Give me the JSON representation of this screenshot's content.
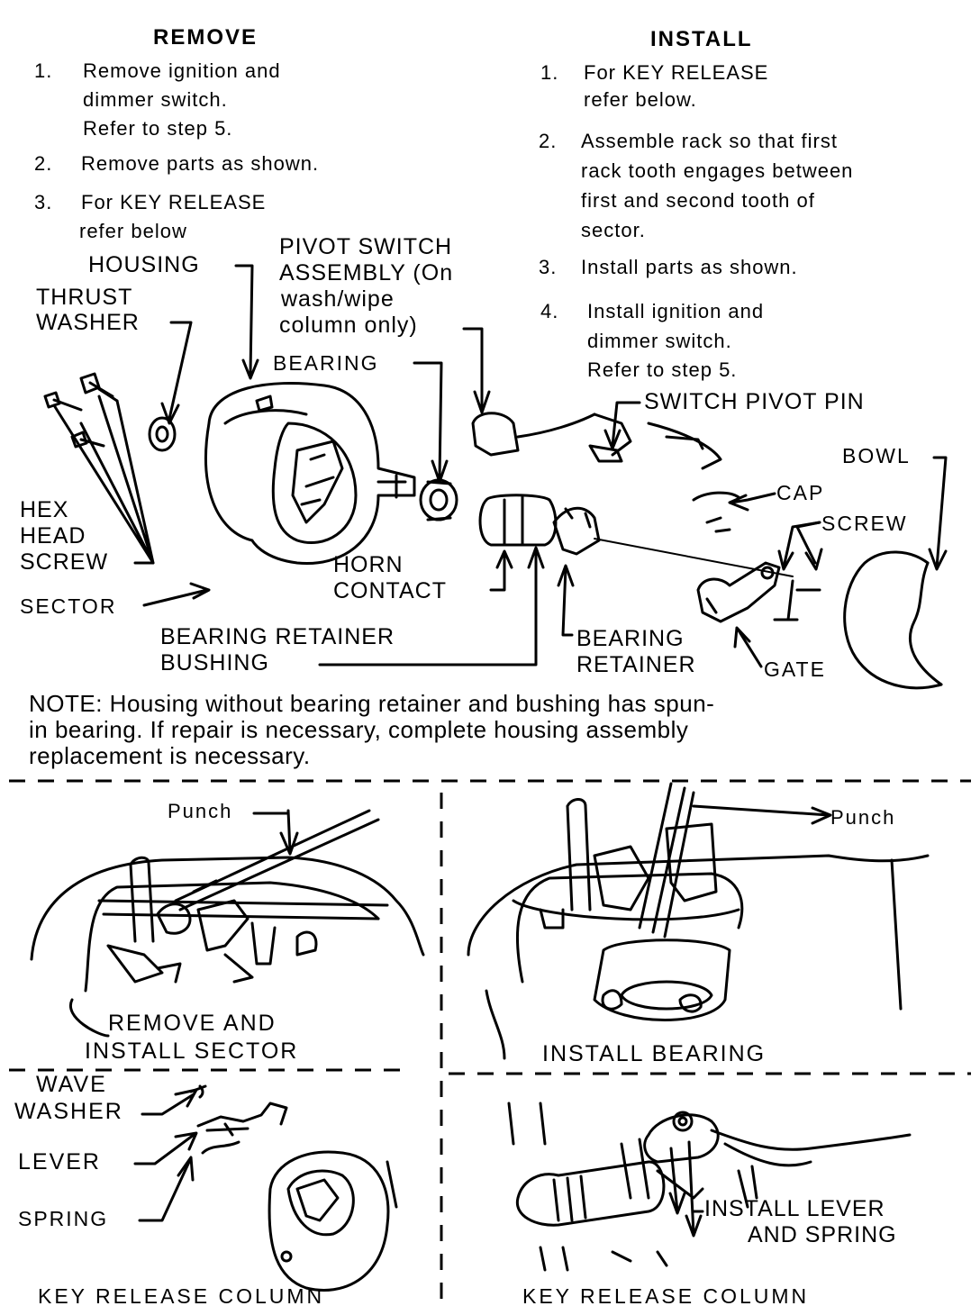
{
  "remove": {
    "heading": "REMOVE",
    "steps": [
      {
        "num": "1.",
        "lines": [
          "Remove ignition and",
          "dimmer switch.",
          "Refer to step 5."
        ]
      },
      {
        "num": "2.",
        "lines": [
          "Remove parts as shown."
        ]
      },
      {
        "num": "3.",
        "lines": [
          "For KEY RELEASE",
          "refer below"
        ]
      }
    ]
  },
  "install": {
    "heading": "INSTALL",
    "steps": [
      {
        "num": "1.",
        "lines": [
          "For KEY RELEASE",
          "refer below."
        ]
      },
      {
        "num": "2.",
        "lines": [
          "Assemble rack so that first",
          "rack tooth engages between",
          "first and second tooth of",
          "sector."
        ]
      },
      {
        "num": "3.",
        "lines": [
          "Install parts as shown."
        ]
      },
      {
        "num": "4.",
        "lines": [
          "Install ignition and",
          "dimmer switch.",
          "Refer to step 5."
        ]
      }
    ]
  },
  "labels": {
    "housing": "HOUSING",
    "thrust_washer": [
      "THRUST",
      "WASHER"
    ],
    "pivot_switch": [
      "PIVOT SWITCH",
      "ASSEMBLY (On",
      "wash/wipe",
      "column only)"
    ],
    "bearing": "BEARING",
    "switch_pivot_pin": "SWITCH PIVOT PIN",
    "bowl": "BOWL",
    "cap": "CAP",
    "screw": "SCREW",
    "hex_head_screw": [
      "HEX",
      "HEAD",
      "SCREW"
    ],
    "sector": "SECTOR",
    "horn_contact": [
      "HORN",
      "CONTACT"
    ],
    "bearing_retainer_bushing": [
      "BEARING RETAINER",
      "BUSHING"
    ],
    "bearing_retainer": [
      "BEARING",
      "RETAINER"
    ],
    "gate": "GATE"
  },
  "note": [
    "NOTE: Housing without bearing retainer and bushing has spun-",
    "in bearing. If repair is necessary, complete housing assembly",
    "replacement is necessary."
  ],
  "panels": {
    "top_left": {
      "tool": "Punch",
      "caption": [
        "REMOVE AND",
        "INSTALL SECTOR"
      ]
    },
    "top_right": {
      "tool": "Punch",
      "caption": "INSTALL BEARING"
    },
    "bottom_left": {
      "parts": [
        "WAVE",
        "WASHER",
        "LEVER",
        "SPRING"
      ],
      "caption": "KEY RELEASE COLUMN"
    },
    "bottom_right": {
      "callout": [
        "INSTALL LEVER",
        "AND SPRING"
      ],
      "caption": "KEY RELEASE COLUMN"
    }
  }
}
